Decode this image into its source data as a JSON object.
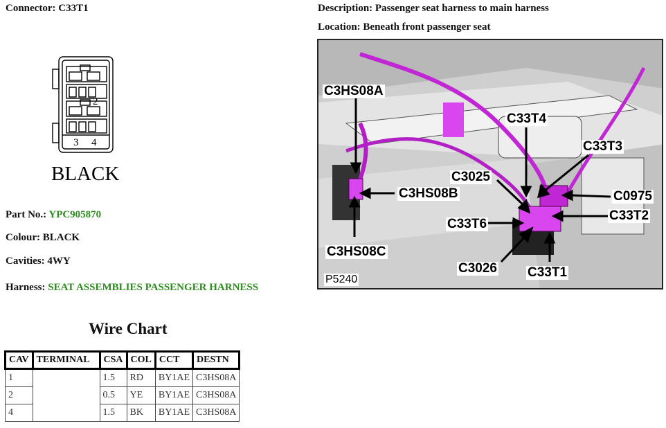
{
  "connector": {
    "label": "Connector:",
    "value": "C33T1"
  },
  "description": {
    "label": "Description:",
    "value": "Passenger seat harness to main harness"
  },
  "location": {
    "label": "Location:",
    "value": "Beneath front passenger seat"
  },
  "connector_diagram": {
    "pin_labels": [
      "2",
      "3",
      "4"
    ],
    "color_label": "BLACK"
  },
  "part_no": {
    "label": "Part No.:",
    "value": "YPC905870"
  },
  "colour": {
    "label": "Colour:",
    "value": "BLACK"
  },
  "cavities": {
    "label": "Cavities:",
    "value": "4WY"
  },
  "harness": {
    "label": "Harness:",
    "value": "SEAT ASSEMBLIES PASSENGER HARNESS"
  },
  "wire_chart": {
    "title": "Wire Chart",
    "headers": [
      "CAV",
      "TERMINAL",
      "CSA",
      "COL",
      "CCT",
      "DESTN"
    ],
    "rows": [
      [
        "1",
        "",
        "1.5",
        "RD",
        "BY1AE",
        "C3HS08A"
      ],
      [
        "2",
        "",
        "0.5",
        "YE",
        "BY1AE",
        "C3HS08A"
      ],
      [
        "4",
        "",
        "1.5",
        "BK",
        "BY1AE",
        "C3HS08A"
      ]
    ]
  },
  "photo": {
    "code": "P5240",
    "callouts": {
      "c3hs08a": "C3HS08A",
      "c33t4": "C33T4",
      "c33t3": "C33T3",
      "c3025": "C3025",
      "c3hs08b": "C3HS08B",
      "c0975": "C0975",
      "c33t2": "C33T2",
      "c33t6": "C33T6",
      "c3hs08c": "C3HS08C",
      "c3026": "C3026",
      "c33t1": "C33T1"
    }
  }
}
